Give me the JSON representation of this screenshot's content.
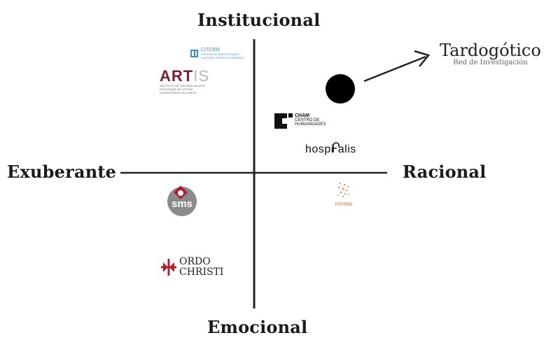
{
  "axes": {
    "top": "Institucional",
    "bottom": "Emocional",
    "left": "Exuberante",
    "right": "Racional"
  },
  "highlight": {
    "name": "Tardogótico",
    "subtitle": "Red de Investigación",
    "marker_color": "#000000"
  },
  "logos": {
    "citcem": {
      "name": "CITCEM",
      "line2": "CENTRO DE INVESTIGAÇÃO",
      "line3": "CULTURA, ESPAÇO E MEMÓRIA",
      "color": "#3a8fbd"
    },
    "artis": {
      "art": "ART",
      "is": "IS",
      "line1": "INSTITUTO DE HISTÓRIA DA ARTE",
      "line2": "FACULDADE DE LETRAS",
      "line3": "UNIVERSIDADE DE LISBOA",
      "color": "#7a1f2b"
    },
    "cham": {
      "name": "CHAM",
      "line2": "CENTRO DE",
      "line3": "HUMANIDADES"
    },
    "hospitalis": {
      "prefix": "hospi",
      "suffix": "alis"
    },
    "riihma": {
      "name": "RIIHMA",
      "color": "#e07a3c"
    },
    "sms": {
      "name": "sms",
      "color": "#8a8a8a",
      "accent": "#b01e2f"
    },
    "ordo": {
      "line1": "ORDO",
      "line2": "CHRISTI",
      "color": "#b01e2f"
    }
  }
}
